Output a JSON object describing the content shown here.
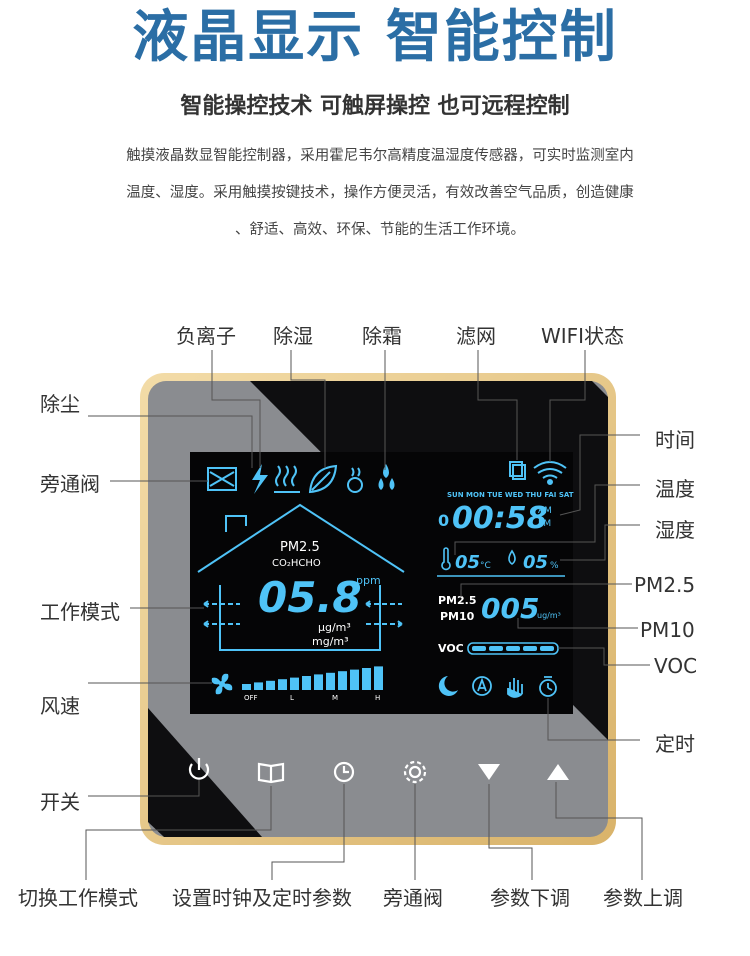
{
  "header": {
    "title": "液晶显示 智能控制",
    "subtitle": "智能操控技术 可触屏操控 也可远程控制",
    "description_lines": [
      "触摸液晶数显智能控制器，采用霍尼韦尔高精度温湿度传感器，可实时监测室内",
      "温度、湿度。采用触摸按键技术，操作方便灵活，有效改善空气品质，创造健康",
      "、舒适、高效、环保、节能的生活工作环境。"
    ]
  },
  "callouts": {
    "top": [
      "负离子",
      "除湿",
      "除霜",
      "滤网",
      "WIFI状态"
    ],
    "left": [
      "除尘",
      "旁通阀",
      "工作模式",
      "风速",
      "开关"
    ],
    "right": [
      "时间",
      "温度",
      "湿度",
      "PM2.5",
      "PM10",
      "VOC",
      "定时"
    ],
    "bottom": [
      "切换工作模式",
      "设置时钟及定时参数",
      "旁通阀",
      "参数下调",
      "参数上调"
    ]
  },
  "lcd": {
    "weekdays": "SUN MON TUE WED THU FAI SAT",
    "time": "00:58",
    "time_prefix": "0",
    "am": "AM",
    "pm": "PM",
    "temperature": "05",
    "temperature_unit": "°C",
    "humidity": "05",
    "humidity_unit": "%",
    "pm_label": "PM2.5",
    "co2_label": "CO₂HCHO",
    "main_value": "05.8",
    "ppm": "ppm",
    "ugm3": "μg/m³",
    "mgm3": "mg/m³",
    "pm25_label": "PM2.5",
    "pm10_label": "PM10",
    "pm_value": "005",
    "pm_unit": "ug/m³",
    "voc_label": "VOC",
    "fan_levels": [
      "OFF",
      "L",
      "M",
      "H"
    ],
    "fan_level_fraction": 1.0
  },
  "colors": {
    "lcd_cyan": "#4fc3f7",
    "title_blue": "#2b6ea5",
    "frame_gold": "#e8c98a"
  },
  "icons": [
    "lightning-icon",
    "heat-icon",
    "leaf-icon",
    "defrost-icon",
    "drop-icon",
    "filter-icon",
    "wifi-icon",
    "bypass-valve-icon",
    "fan-icon",
    "moon-icon",
    "auto-icon",
    "hand-icon",
    "timer-icon",
    "power-icon",
    "book-icon",
    "clock-icon",
    "gear-icon",
    "down-arrow-icon",
    "up-arrow-icon"
  ]
}
